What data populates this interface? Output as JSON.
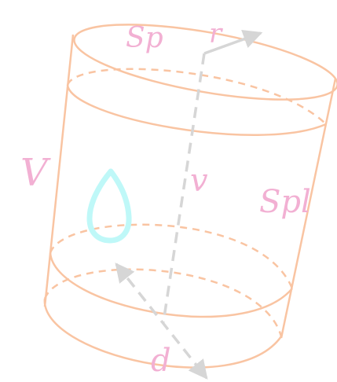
{
  "labels": {
    "top_area": "Sp",
    "radius": "r",
    "volume": "V",
    "height": "v",
    "lateral_area": "Spl",
    "diameter": "d"
  },
  "colors": {
    "cylinder": "#f9c4a2",
    "axis": "#d6d6d6",
    "labels": "#f2b0d3",
    "drop": "#bff8f8"
  },
  "icons": {
    "drop": "water-drop-icon"
  }
}
